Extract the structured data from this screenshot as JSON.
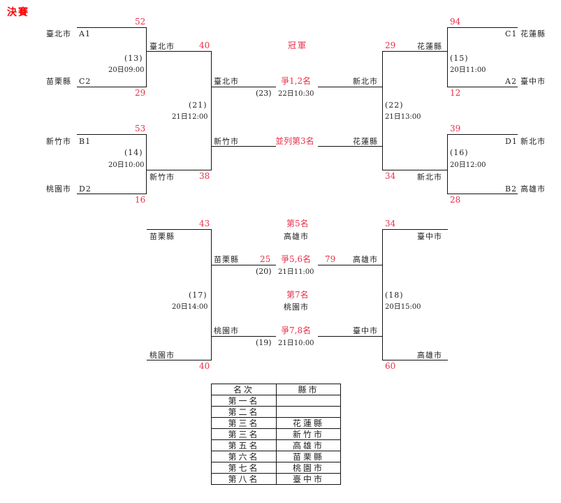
{
  "title": "決賽",
  "matches": {
    "m13": {
      "no": "(13)",
      "time": "20日09:00",
      "top": {
        "team": "臺北市",
        "seed": "A1",
        "score": "52"
      },
      "bottom": {
        "team": "苗栗縣",
        "seed": "C2",
        "score": "29"
      },
      "winner": "臺北市"
    },
    "m14": {
      "no": "(14)",
      "time": "20日10:00",
      "top": {
        "team": "新竹市",
        "seed": "B1",
        "score": "53"
      },
      "bottom": {
        "team": "桃園市",
        "seed": "D2",
        "score": "16"
      },
      "winner": "新竹市"
    },
    "m15": {
      "no": "(15)",
      "time": "20日11:00",
      "top": {
        "team": "花蓮縣",
        "seed": "C1",
        "score": "94"
      },
      "bottom": {
        "team": "臺中市",
        "seed": "A2",
        "score": "12"
      },
      "winner": "花蓮縣"
    },
    "m16": {
      "no": "(16)",
      "time": "20日12:00",
      "top": {
        "team": "新北市",
        "seed": "D1",
        "score": "39"
      },
      "bottom": {
        "team": "高雄市",
        "seed": "B2",
        "score": "28"
      },
      "winner": "新北市"
    },
    "m21": {
      "no": "(21)",
      "time": "21日12:00",
      "top_score": "40",
      "bottom_score": "38",
      "winner": "臺北市",
      "loser": "新竹市"
    },
    "m22": {
      "no": "(22)",
      "time": "21日13:00",
      "top_score": "29",
      "bottom_score": "34",
      "winner": "新北市",
      "loser": "花蓮縣"
    },
    "m23": {
      "no": "(23)",
      "time": "22日10:30",
      "label": "爭1,2名",
      "left": "臺北市",
      "right": "新北市",
      "result_label": "冠軍"
    },
    "third": {
      "label": "並列第3名",
      "left": "新竹市",
      "right": "花蓮縣"
    },
    "m17": {
      "no": "(17)",
      "time": "20日14:00",
      "top": {
        "team": "苗栗縣",
        "score": "43"
      },
      "bottom": {
        "team": "桃園市",
        "score": "40"
      }
    },
    "m18": {
      "no": "(18)",
      "time": "20日15:00",
      "top": {
        "team": "臺中市",
        "score": "34"
      },
      "bottom": {
        "team": "高雄市",
        "score": "60"
      }
    },
    "m20": {
      "no": "(20)",
      "time": "21日11:00",
      "label": "爭5,6名",
      "left": "苗栗縣",
      "left_score": "25",
      "right": "高雄市",
      "right_score": "79",
      "result_label": "第5名",
      "result_team": "高雄市"
    },
    "m19": {
      "no": "(19)",
      "time": "21日10:00",
      "label": "爭7,8名",
      "left": "桃園市",
      "right": "臺中市",
      "result_label": "第7名",
      "result_team": "桃園市"
    }
  },
  "ranking": {
    "headers": [
      "名次",
      "縣市"
    ],
    "rows": [
      {
        "rank": "第一名",
        "team": ""
      },
      {
        "rank": "第二名",
        "team": ""
      },
      {
        "rank": "第三名",
        "team": "花蓮縣"
      },
      {
        "rank": "第三名",
        "team": "新竹市"
      },
      {
        "rank": "第五名",
        "team": "高雄市"
      },
      {
        "rank": "第六名",
        "team": "苗栗縣"
      },
      {
        "rank": "第七名",
        "team": "桃園市"
      },
      {
        "rank": "第八名",
        "team": "臺中市"
      }
    ]
  }
}
